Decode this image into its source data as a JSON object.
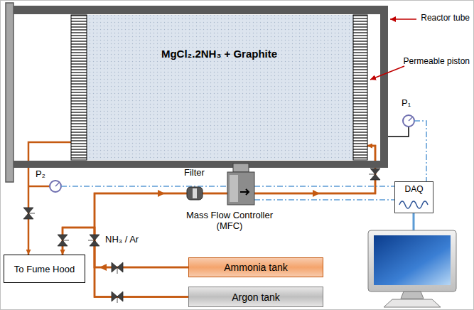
{
  "diagram": {
    "nodes": [
      {
        "text": [
          "MgCl₂.2NH₃ + Graphite"
        ]
      },
      {
        "text": [
          "DAQ"
        ]
      },
      {
        "text": [
          "To Fume Hood"
        ]
      },
      {
        "text": [
          "Ammonia tank"
        ]
      },
      {
        "text": [
          "Argon tank"
        ]
      }
    ],
    "edges": [
      {
        "from": 3,
        "to": 0,
        "arrow": "to"
      },
      {
        "from": 4,
        "to": 0,
        "arrow": "to"
      },
      {
        "from": 0,
        "to": 2,
        "arrow": "to"
      },
      {
        "from": 3,
        "to": 2,
        "arrow": "to"
      },
      {
        "from": 4,
        "to": 2,
        "arrow": "to"
      }
    ],
    "labels": [
      "Reactor tube",
      "Permeable piston",
      "P₁",
      "P₂",
      "Filter",
      "Mass Flow Controller (MFC)",
      "NH₃ / Ar"
    ]
  }
}
